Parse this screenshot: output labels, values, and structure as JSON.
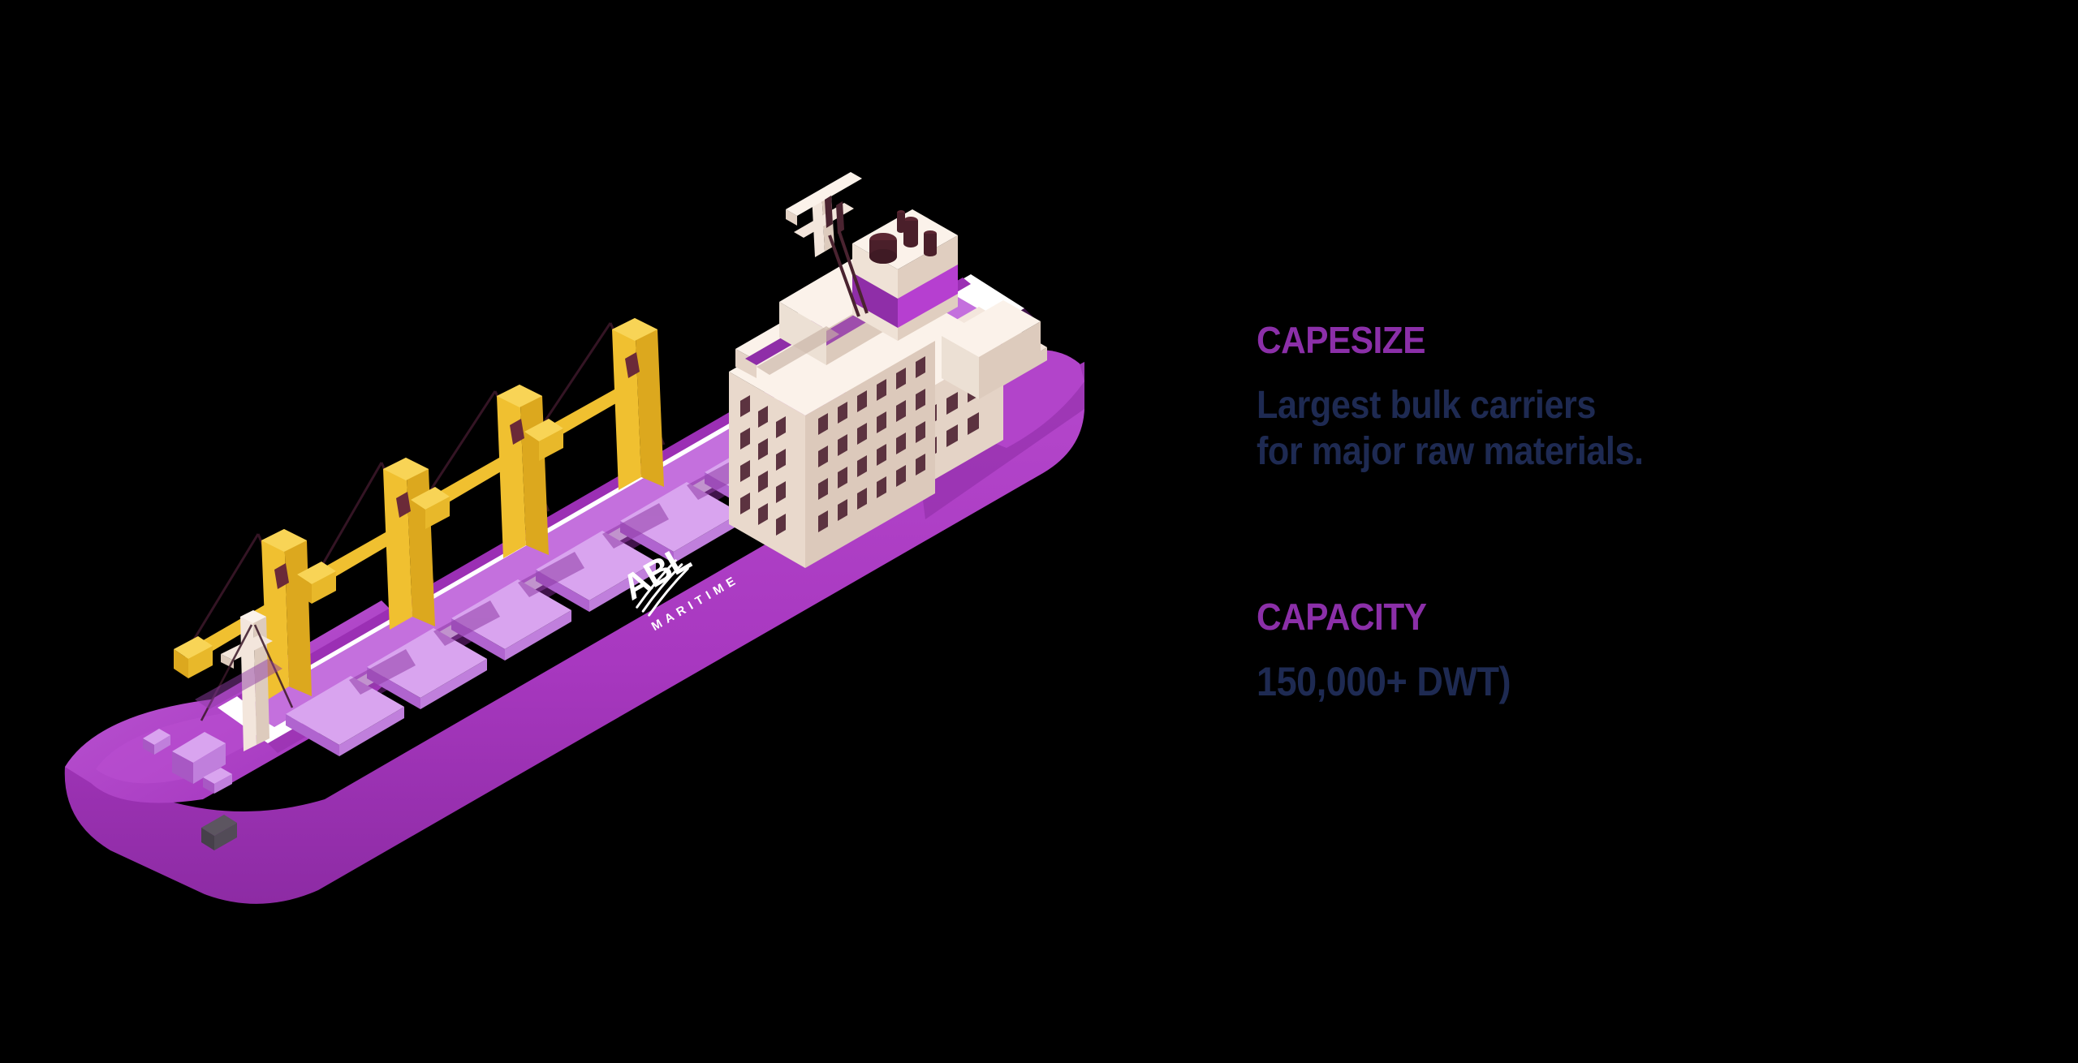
{
  "background_color": "#000000",
  "theme": {
    "accent_purple": "#8b2fa8",
    "hull_purple": "#a838c0",
    "hull_purple_dark": "#7d2592",
    "hatch_light_purple": "#d9a4ef",
    "crane_yellow": "#f0c030",
    "crane_yellow_dark": "#dca81e",
    "superstructure_cream": "#f3e6dc",
    "window_dark": "#5c3340",
    "text_navy": "#1e2a52",
    "deck_white": "#ffffff"
  },
  "illustration": {
    "name": "isometric-capesize-bulk-carrier",
    "hull_logo_primary": "ABL",
    "hull_logo_secondary": "MARITIME",
    "crane_count": 4,
    "hatch_cover_count": 8
  },
  "info_panel": {
    "specs": [
      {
        "id": "capesize",
        "heading": "CAPESIZE",
        "body": "Largest bulk carriers\nfor major raw materials."
      },
      {
        "id": "capacity",
        "heading": "CAPACITY",
        "value": "150,000+ DWT)"
      }
    ]
  }
}
